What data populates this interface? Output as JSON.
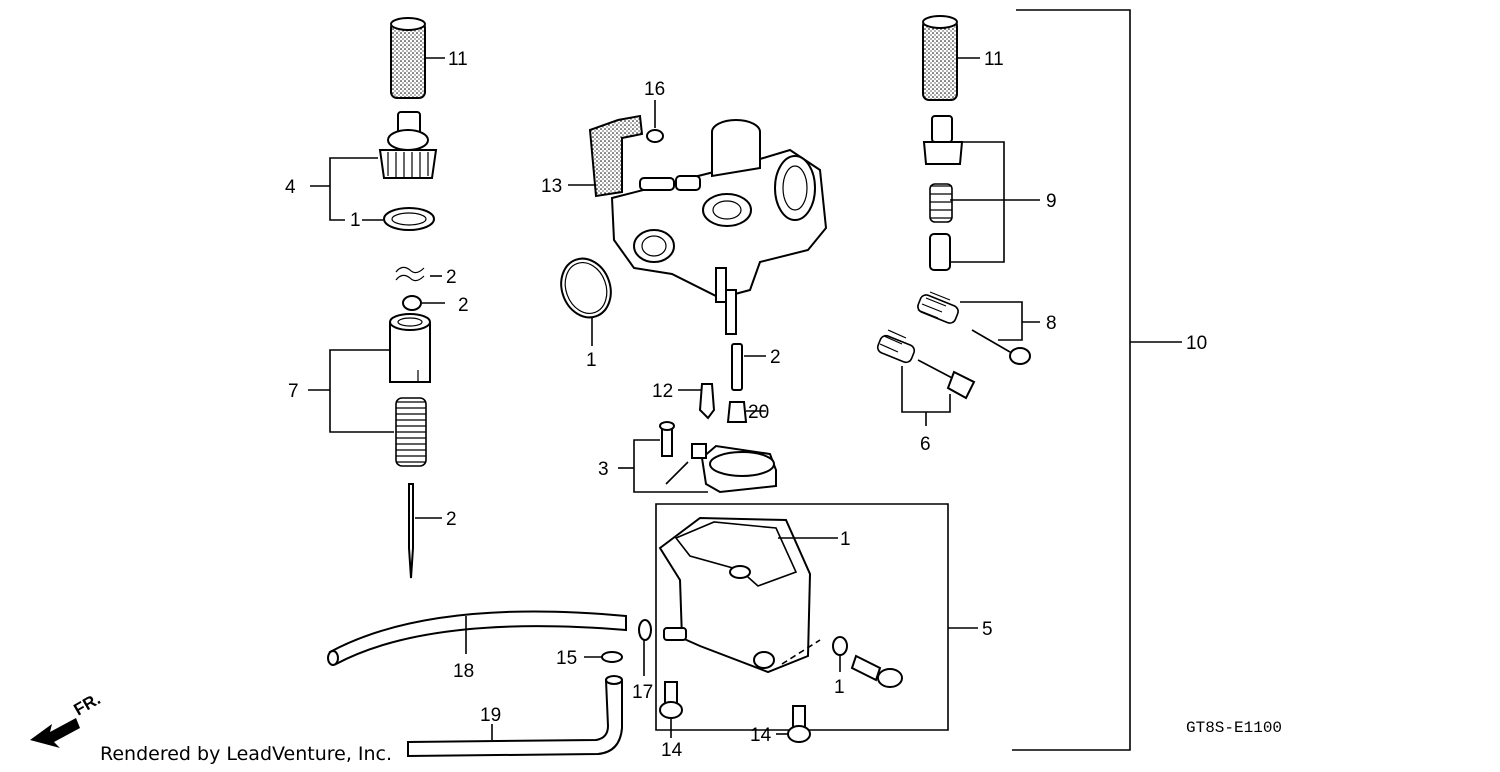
{
  "diagram": {
    "code": "GT8S-E1100",
    "credit": "Rendered by LeadVenture, Inc.",
    "direction_label": "FR.",
    "callouts": [
      "11",
      "4",
      "1",
      "2",
      "2",
      "7",
      "2",
      "16",
      "13",
      "1",
      "2",
      "12",
      "20",
      "3",
      "11",
      "9",
      "8",
      "6",
      "10",
      "1",
      "5",
      "18",
      "15",
      "17",
      "1",
      "19",
      "14",
      "14"
    ]
  }
}
